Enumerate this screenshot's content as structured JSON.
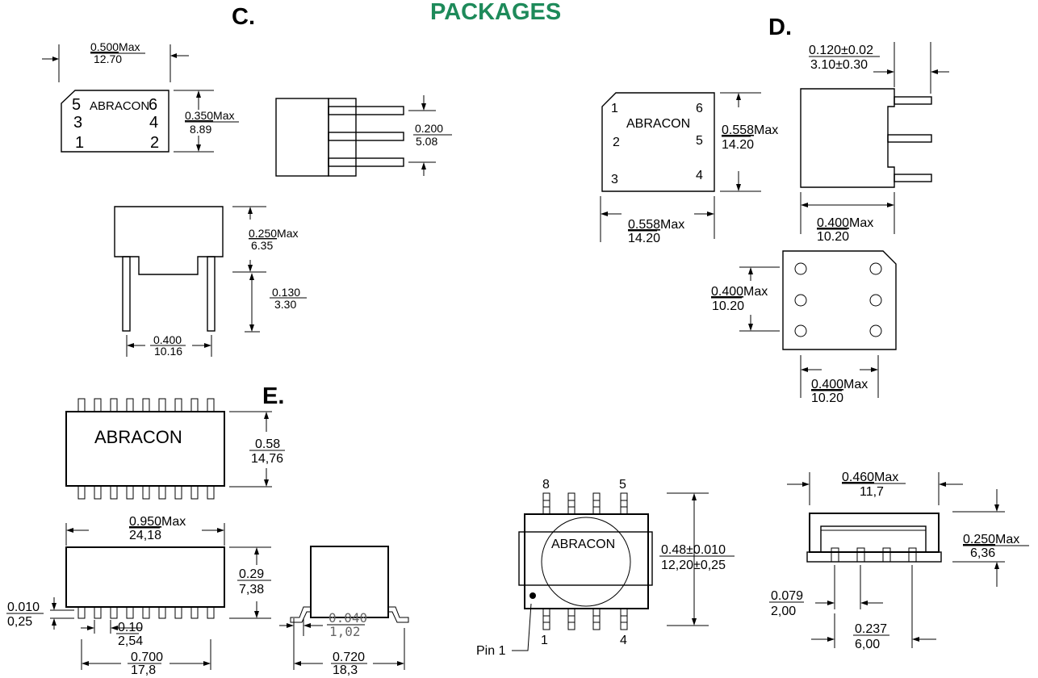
{
  "title": "PACKAGES",
  "sections": {
    "c": "C.",
    "d": "D.",
    "e": "E."
  },
  "brand": "ABRACON",
  "pkg_c": {
    "pins": [
      "5",
      "6",
      "3",
      "4",
      "1",
      "2"
    ],
    "width_in": "0.500",
    "width_max": "Max",
    "width_mm": "12.70",
    "height_in": "0.350",
    "height_max": "Max",
    "height_mm": "8.89",
    "pitch_in": "0.200",
    "pitch_mm": "5.08",
    "body_h_in": "0.250",
    "body_h_max": "Max",
    "body_h_mm": "6.35",
    "lead_in": "0.130",
    "lead_mm": "3.30",
    "span_in": "0.400",
    "span_mm": "10.16"
  },
  "pkg_d": {
    "pins": [
      "1",
      "6",
      "2",
      "5",
      "3",
      "4"
    ],
    "lead_in": "0.120±0.02",
    "lead_mm": "3.10±0.30",
    "height_in": "0.558",
    "height_max": "Max",
    "height_mm": "14.20",
    "width_in": "0.558",
    "width_max": "Max",
    "width_mm": "14.20",
    "depth_in": "0.400",
    "depth_max": "Max",
    "depth_mm": "10.20",
    "row_in": "0.400",
    "row_max": "Max",
    "row_mm": "10.20",
    "col_in": "0.400",
    "col_max": "Max",
    "col_mm": "10.20"
  },
  "pkg_e": {
    "width_in": "0.58",
    "width_mm": "14,76",
    "length_in": "0.950",
    "length_max": "Max",
    "length_mm": "24,18",
    "height_in": "0.29",
    "height_mm": "7,38",
    "standoff_in": "0.010",
    "standoff_mm": "0,25",
    "pitch_in": "0.10",
    "pitch_mm": "2,54",
    "row_in": "0.700",
    "row_mm": "17,8",
    "foot_in": "0.040",
    "foot_mm": "1,02",
    "span_in": "0.720",
    "span_mm": "18,3"
  },
  "pkg_smd": {
    "pin_tl": "8",
    "pin_tr": "5",
    "pin_bl": "1",
    "pin_br": "4",
    "pin1_label": "Pin 1",
    "span_in": "0.48±0.010",
    "span_mm": "12,20±0,25",
    "length_in": "0.460",
    "length_max": "Max",
    "length_mm": "11,7",
    "height_in": "0.250",
    "height_max": "Max",
    "height_mm": "6,36",
    "pitch_in": "0.079",
    "pitch_mm": "2,00",
    "row_in": "0.237",
    "row_mm": "6,00"
  }
}
